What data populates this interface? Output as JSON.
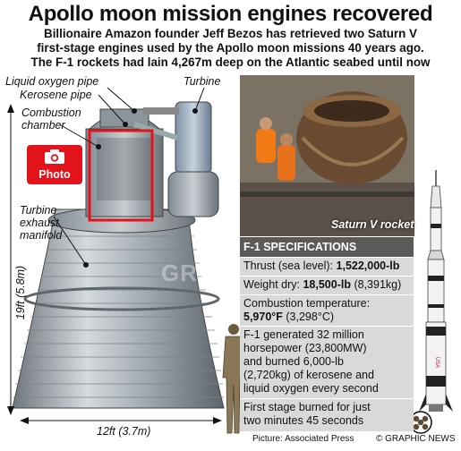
{
  "title": "Apollo moon mission engines recovered",
  "intro": [
    "Billionaire Amazon founder Jeff Bezos has retrieved two Saturn V",
    "first-stage engines used by the Apollo moon missions 40 years ago.",
    "The F-1 rockets had lain 4,267m deep on the Atlantic seabed until now"
  ],
  "labels": {
    "liquid_oxygen_pipe": "Liquid oxygen pipe",
    "kerosene_pipe": "Kerosene pipe",
    "combustion_chamber_1": "Combustion",
    "combustion_chamber_2": "chamber",
    "turbine": "Turbine",
    "exhaust_1": "Turbine",
    "exhaust_2": "exhaust",
    "exhaust_3": "manifold"
  },
  "dimensions": {
    "height": "19ft (5.8m)",
    "width": "12ft (3.7m)"
  },
  "photo_button": "Photo",
  "photo_caption": "Saturn V rocket",
  "specs": {
    "header": "F-1 SPECIFICATIONS",
    "thrust_label": "Thrust (sea level): ",
    "thrust_value": "1,522,000-lb",
    "weight_label": "Weight dry: ",
    "weight_value": "18,500-lb",
    "weight_extra": " (8,391kg)",
    "temp_label": "Combustion temperature:",
    "temp_value": "5,970°F",
    "temp_extra": " (3,298°C)",
    "power_1": "F-1 generated 32 million",
    "power_2": "horsepower (23,800MW)",
    "power_3": "and burned 6,000-lb",
    "power_4": "(2,720kg) of kerosene and",
    "power_5": "liquid oxygen every second",
    "burn_1": "First stage burned for just",
    "burn_2": "two minutes 45 seconds"
  },
  "credits": {
    "picture": "Picture: Associated Press",
    "agency": "© GRAPHIC NEWS"
  },
  "watermark": "GRAPHIC NEWS",
  "colors": {
    "accent_red": "#e3131b",
    "spec_header": "#5a5a5a",
    "spec_row": "#d9d9d9",
    "engine_metal": "#9aa3ab"
  }
}
